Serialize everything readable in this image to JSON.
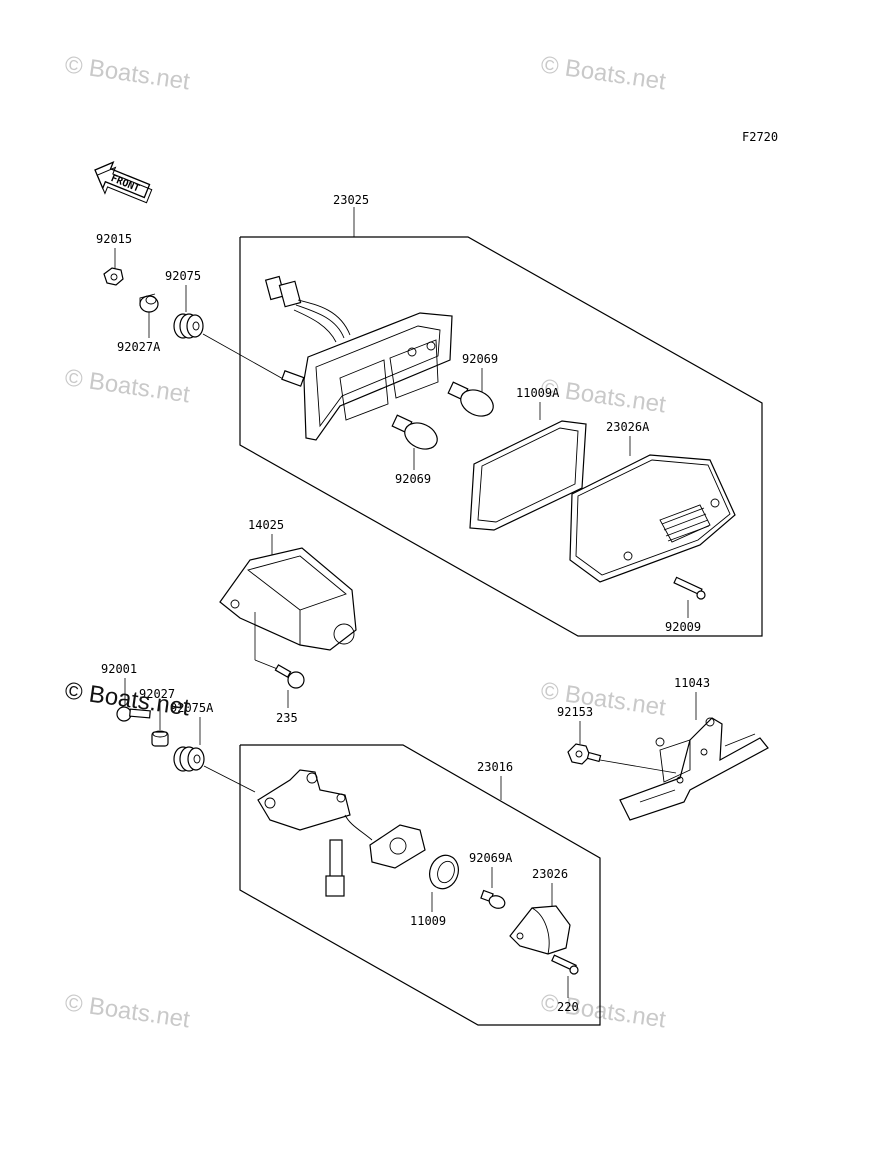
{
  "figure_code": "F2720",
  "front_arrow_label": "FRONT",
  "watermark_text": "© Boats.net",
  "overlay_watermark_text": "© Boats.net",
  "parts": {
    "p23025": "23025",
    "p92015": "92015",
    "p92075": "92075",
    "p92027A": "92027A",
    "p92069_top": "92069",
    "p92069_bottom": "92069",
    "p11009A": "11009A",
    "p23026A": "23026A",
    "p92009": "92009",
    "p14025": "14025",
    "p235": "235",
    "p92001": "92001",
    "p92027": "92027",
    "p92075A": "92075A",
    "p11043": "11043",
    "p92153": "92153",
    "p23016": "23016",
    "p92069A": "92069A",
    "p23026": "23026",
    "p11009": "11009",
    "p220": "220"
  },
  "colors": {
    "line": "#000000",
    "watermark": "#c9c9c9",
    "background": "#ffffff"
  }
}
